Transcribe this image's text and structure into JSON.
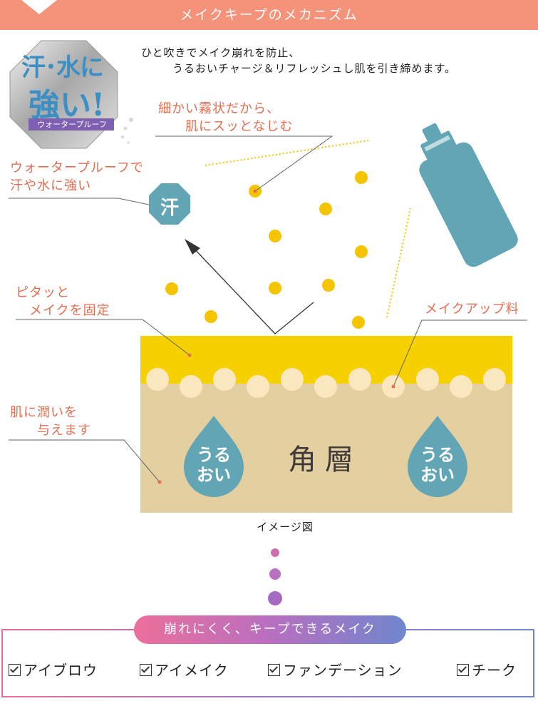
{
  "header": {
    "title": "メイクキープのメカニズム"
  },
  "intro": {
    "line1": "ひと吹きでメイク崩れを防止、",
    "line2": "うるおいチャージ＆リフレッシュし肌を引き締めます。"
  },
  "badge": {
    "line1": "汗･水に",
    "line2": "強い!",
    "ribbon": "ウォータープルーフ"
  },
  "annotations": {
    "mist": "細かい霧状だから、\n　　肌にスッとなじむ",
    "waterproof": "ウォータープルーフで\n汗や水に強い",
    "fix": "ピタッと\n　メイクを固定",
    "makeup": "メイクアップ料",
    "moisture": "肌に潤いを\n　　与えます"
  },
  "diagram": {
    "sweat_label": "汗",
    "layer_label": "角層",
    "drop_left": "うる\nおい",
    "drop_right": "うる\nおい",
    "caption": "イメージ図"
  },
  "colors": {
    "header": "#f4937a",
    "annotation": "#e46e52",
    "mist_dot": "#f5c400",
    "makeup_layer": "#f7d000",
    "skin_layer": "#e4cfa0",
    "particle": "#fbe7bf",
    "teal": "#62a6b5"
  },
  "summary": {
    "title": "崩れにくく、キープできるメイク",
    "items": [
      "アイブロウ",
      "アイメイク",
      "ファンデーション",
      "チーク"
    ]
  }
}
